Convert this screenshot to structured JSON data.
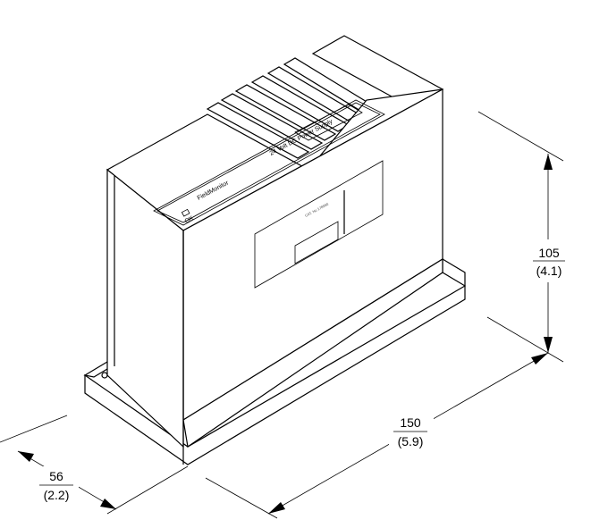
{
  "drawing": {
    "label_panel": {
      "brand": "FieldMonitor",
      "model": "24 Volt DC Power Supply",
      "status_led": "OK"
    },
    "nameplate": {
      "catalog": "CAT. No 178990"
    }
  },
  "dimensions": {
    "depth": {
      "mm": "56",
      "in": "(2.2)"
    },
    "length": {
      "mm": "150",
      "in": "(5.9)"
    },
    "height": {
      "mm": "105",
      "in": "(4.1)"
    }
  }
}
